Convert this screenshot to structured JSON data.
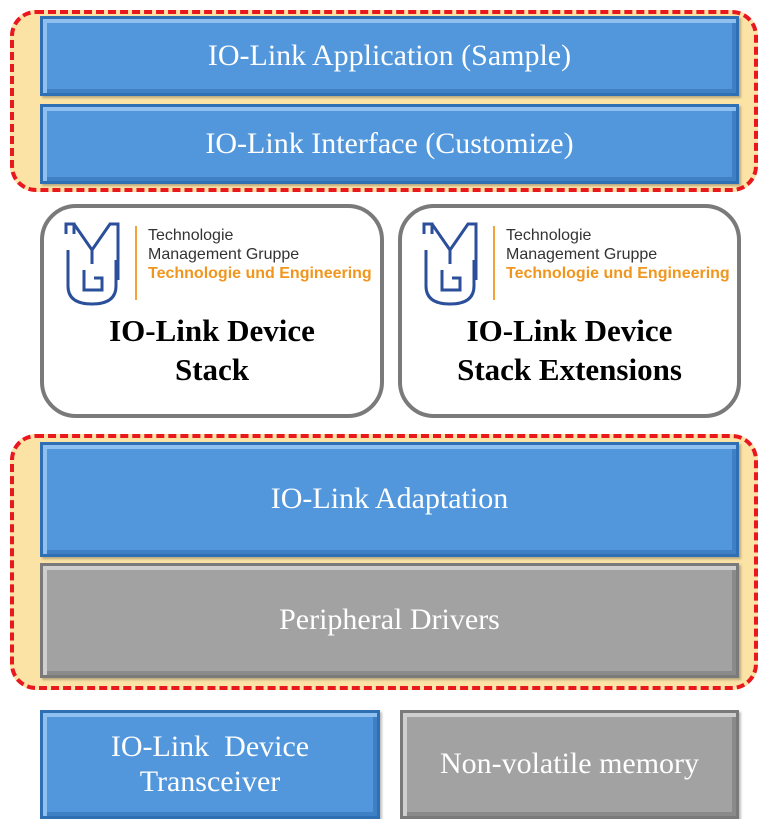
{
  "top_group": {
    "application": "IO-Link Application (Sample)",
    "interface": "IO-Link Interface (Customize)"
  },
  "stack_cards": [
    {
      "logo": {
        "line1": "Technologie",
        "line2": "Management Gruppe",
        "line3": "Technologie und Engineering"
      },
      "title_line1": "IO-Link Device",
      "title_line2": "Stack"
    },
    {
      "logo": {
        "line1": "Technologie",
        "line2": "Management Gruppe",
        "line3": "Technologie und Engineering"
      },
      "title_line1": "IO-Link Device",
      "title_line2": "Stack Extensions"
    }
  ],
  "middle_group": {
    "adaptation": "IO-Link Adaptation",
    "drivers": "Peripheral Drivers"
  },
  "bottom": {
    "transceiver_line1": "IO-Link  Device",
    "transceiver_line2": "Transceiver",
    "memory": "Non-volatile memory"
  },
  "colors": {
    "blue_block": "#5297dc",
    "gray_block": "#a2a2a2",
    "group_fill": "#fbe3a6",
    "group_dash": "#e8181e",
    "logo_orange": "#f0961e"
  }
}
